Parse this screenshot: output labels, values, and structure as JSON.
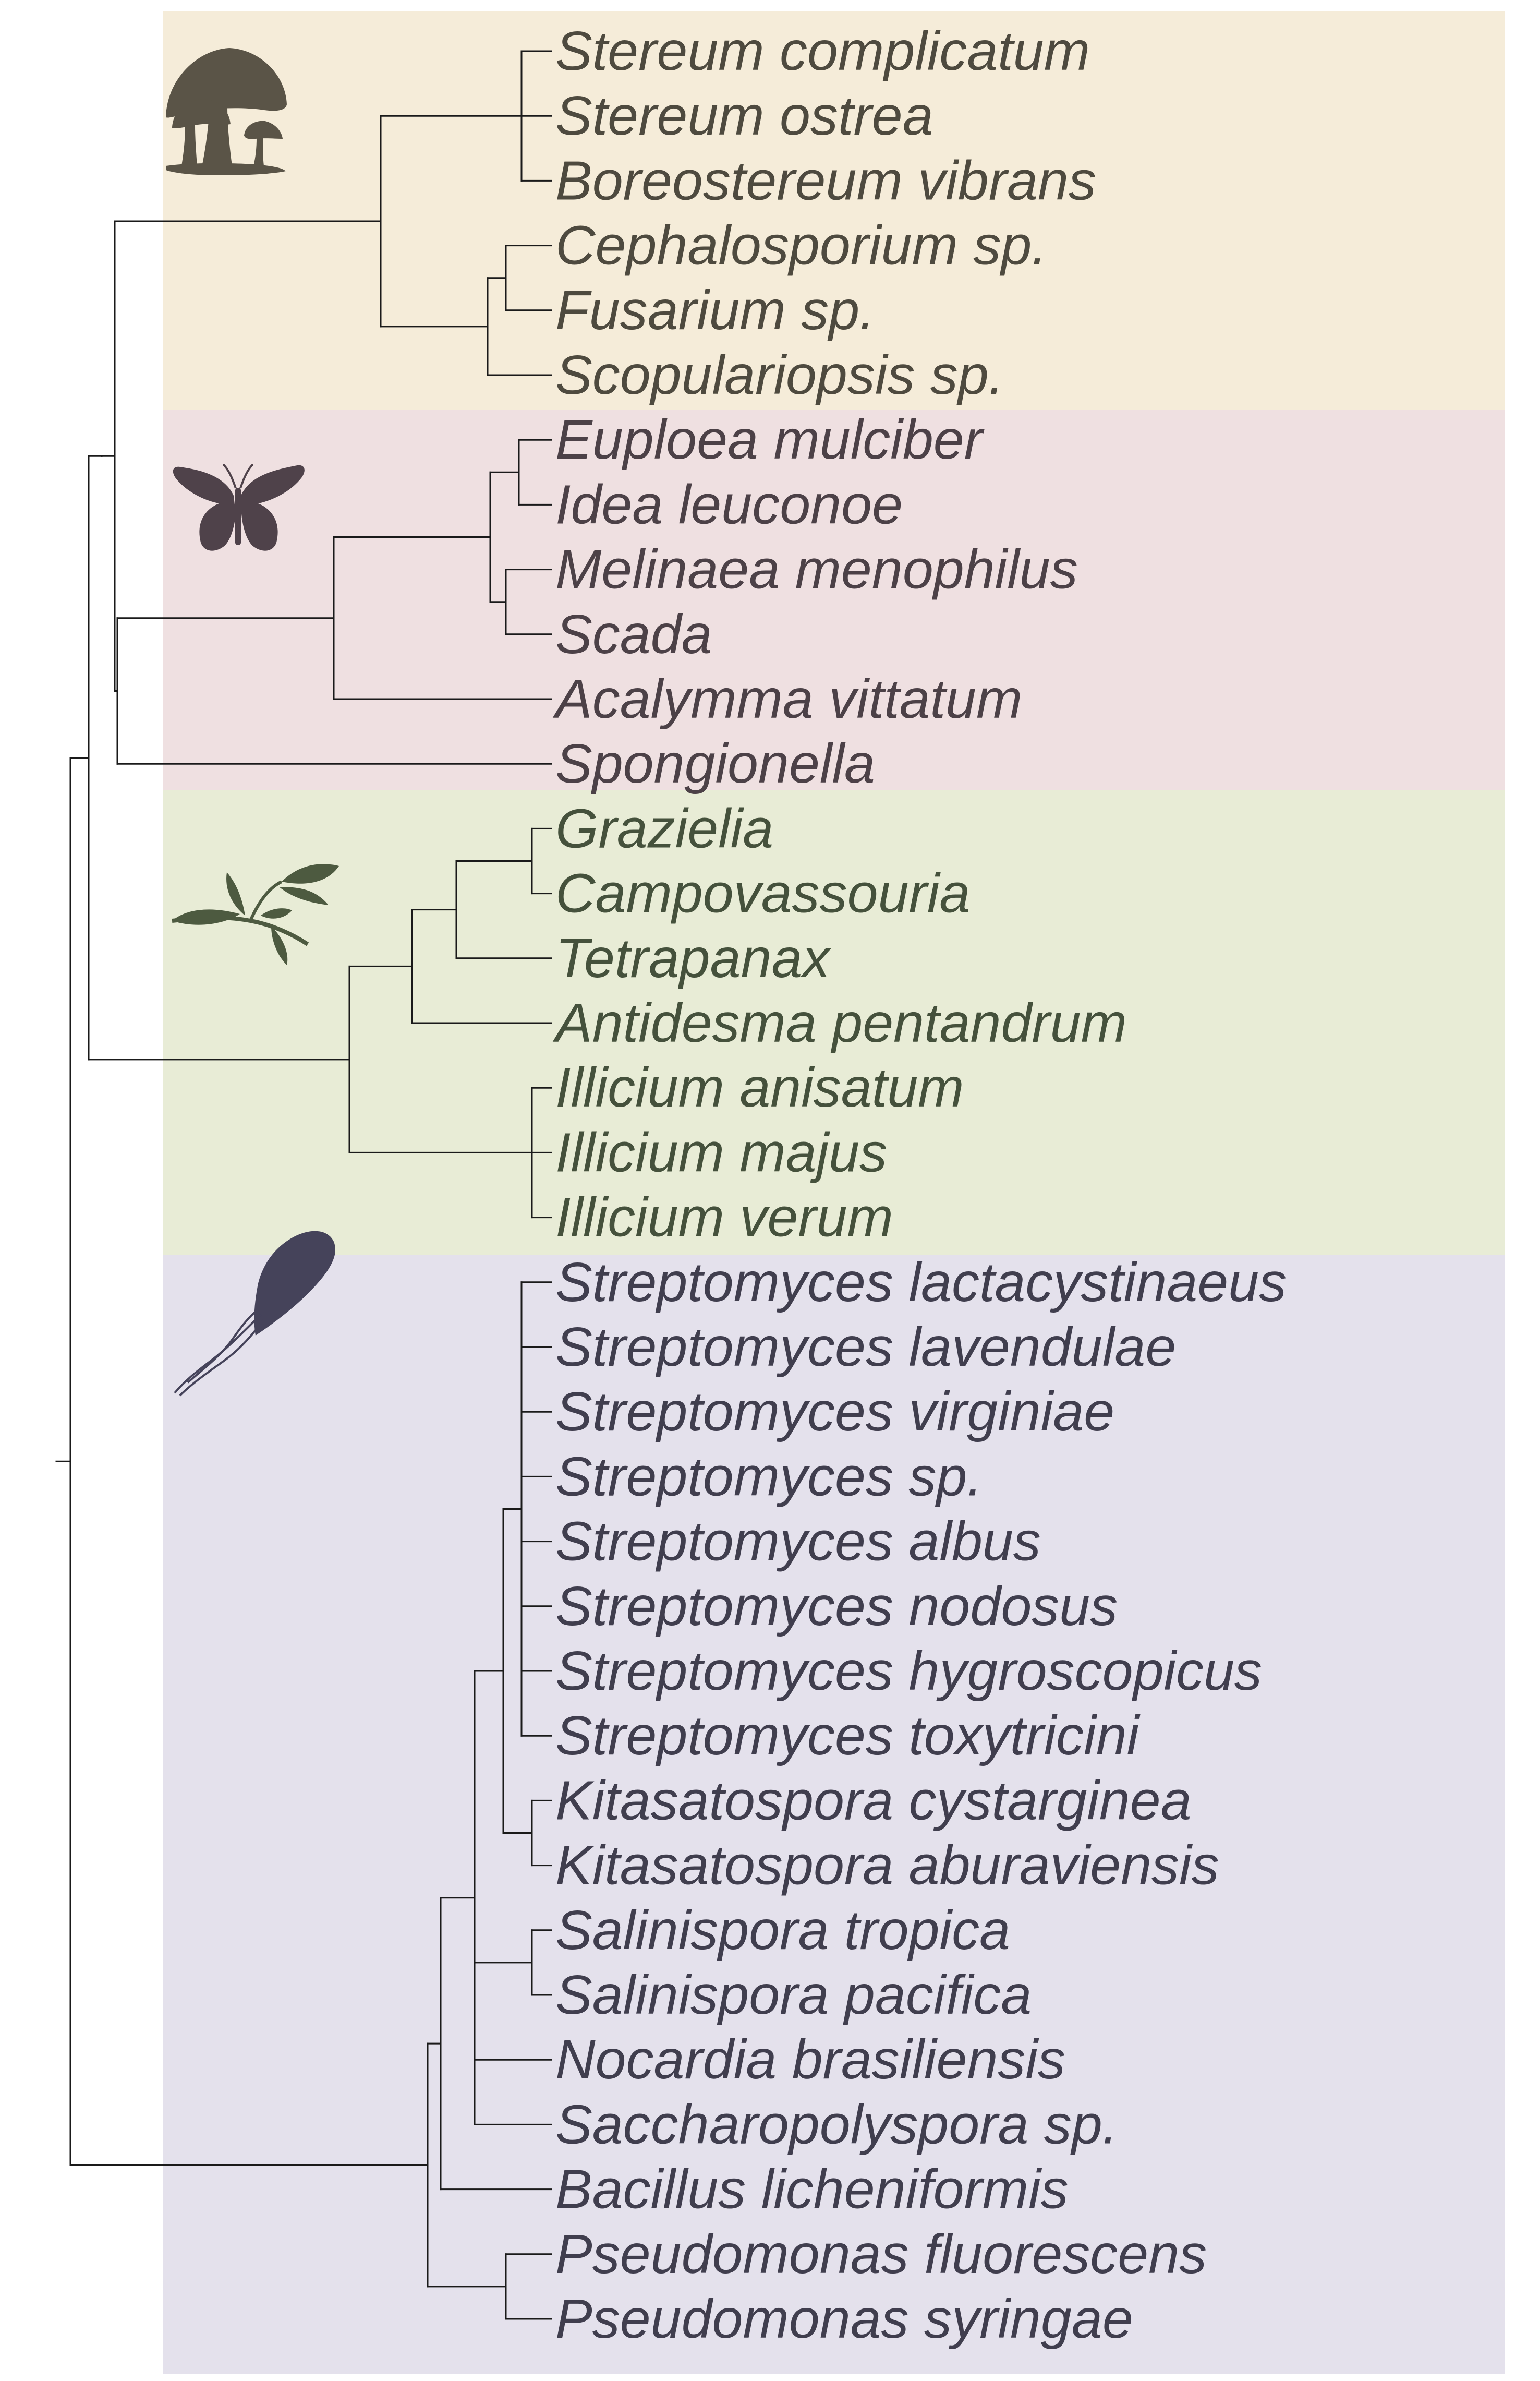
{
  "clades": [
    {
      "name": "fungi",
      "icon": "mushroom-icon",
      "bg": "#f5ecd9",
      "text_color": "#4e4a3f",
      "icon_color": "#5a5447"
    },
    {
      "name": "insects",
      "icon": "butterfly-icon",
      "bg": "#efe0e1",
      "text_color": "#4c4147",
      "icon_color": "#4f424a"
    },
    {
      "name": "plants",
      "icon": "leaf-branch-icon",
      "bg": "#e8ecd6",
      "text_color": "#45513c",
      "icon_color": "#4d5a40"
    },
    {
      "name": "bacteria",
      "icon": "bacterium-icon",
      "bg": "#e4e1ec",
      "text_color": "#403e4e",
      "icon_color": "#45435a"
    }
  ],
  "taxa": [
    {
      "label": "Stereum complicatum",
      "clade": 0
    },
    {
      "label": "Stereum ostrea",
      "clade": 0
    },
    {
      "label": "Boreostereum vibrans",
      "clade": 0
    },
    {
      "label": "Cephalosporium sp.",
      "clade": 0
    },
    {
      "label": "Fusarium sp.",
      "clade": 0
    },
    {
      "label": "Scopulariopsis sp.",
      "clade": 0
    },
    {
      "label": "Euploea mulciber",
      "clade": 1
    },
    {
      "label": "Idea leuconoe",
      "clade": 1
    },
    {
      "label": "Melinaea menophilus",
      "clade": 1
    },
    {
      "label": "Scada",
      "clade": 1
    },
    {
      "label": "Acalymma vittatum",
      "clade": 1
    },
    {
      "label": "Spongionella",
      "clade": 1
    },
    {
      "label": "Grazielia",
      "clade": 2
    },
    {
      "label": "Campovassouria",
      "clade": 2
    },
    {
      "label": "Tetrapanax",
      "clade": 2
    },
    {
      "label": "Antidesma pentandrum",
      "clade": 2
    },
    {
      "label": "Illicium anisatum",
      "clade": 2
    },
    {
      "label": "Illicium majus",
      "clade": 2
    },
    {
      "label": "Illicium verum",
      "clade": 2
    },
    {
      "label": "Streptomyces lactacystinaeus",
      "clade": 3
    },
    {
      "label": "Streptomyces lavendulae",
      "clade": 3
    },
    {
      "label": "Streptomyces virginiae",
      "clade": 3
    },
    {
      "label": "Streptomyces sp.",
      "clade": 3
    },
    {
      "label": "Streptomyces albus",
      "clade": 3
    },
    {
      "label": "Streptomyces nodosus",
      "clade": 3
    },
    {
      "label": "Streptomyces hygroscopicus",
      "clade": 3
    },
    {
      "label": "Streptomyces toxytricini",
      "clade": 3
    },
    {
      "label": "Kitasatospora cystarginea",
      "clade": 3
    },
    {
      "label": "Kitasatospora aburaviensis",
      "clade": 3
    },
    {
      "label": "Salinispora tropica",
      "clade": 3
    },
    {
      "label": "Salinispora pacifica",
      "clade": 3
    },
    {
      "label": "Nocardia brasiliensis",
      "clade": 3
    },
    {
      "label": "Saccharopolyspora sp.",
      "clade": 3
    },
    {
      "label": "Bacillus licheniformis",
      "clade": 3
    },
    {
      "label": "Pseudomonas fluorescens",
      "clade": 3
    },
    {
      "label": "Pseudomonas syringae",
      "clade": 3
    }
  ]
}
